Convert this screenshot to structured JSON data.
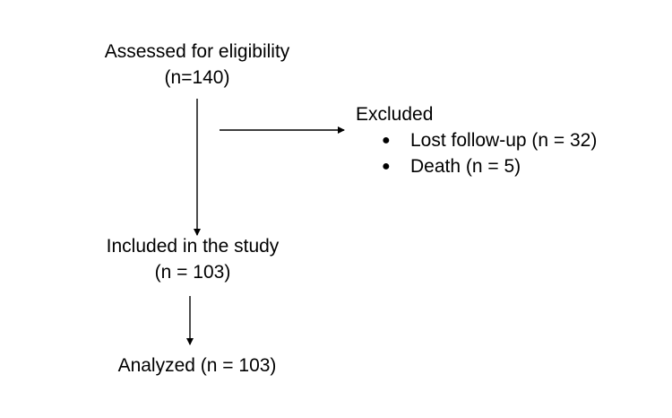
{
  "flow": {
    "assessed": {
      "label": "Assessed for eligibility",
      "count": "(n=140)"
    },
    "excluded": {
      "label": "Excluded",
      "reasons": [
        "Lost follow-up  (n = 32)",
        "Death  (n = 5)"
      ]
    },
    "included": {
      "label": "Included in the study",
      "count": "(n = 103)"
    },
    "analyzed": {
      "label": "Analyzed  (n = 103)"
    }
  },
  "colors": {
    "text": "#000000",
    "arrow": "#000000",
    "background": "#ffffff"
  }
}
